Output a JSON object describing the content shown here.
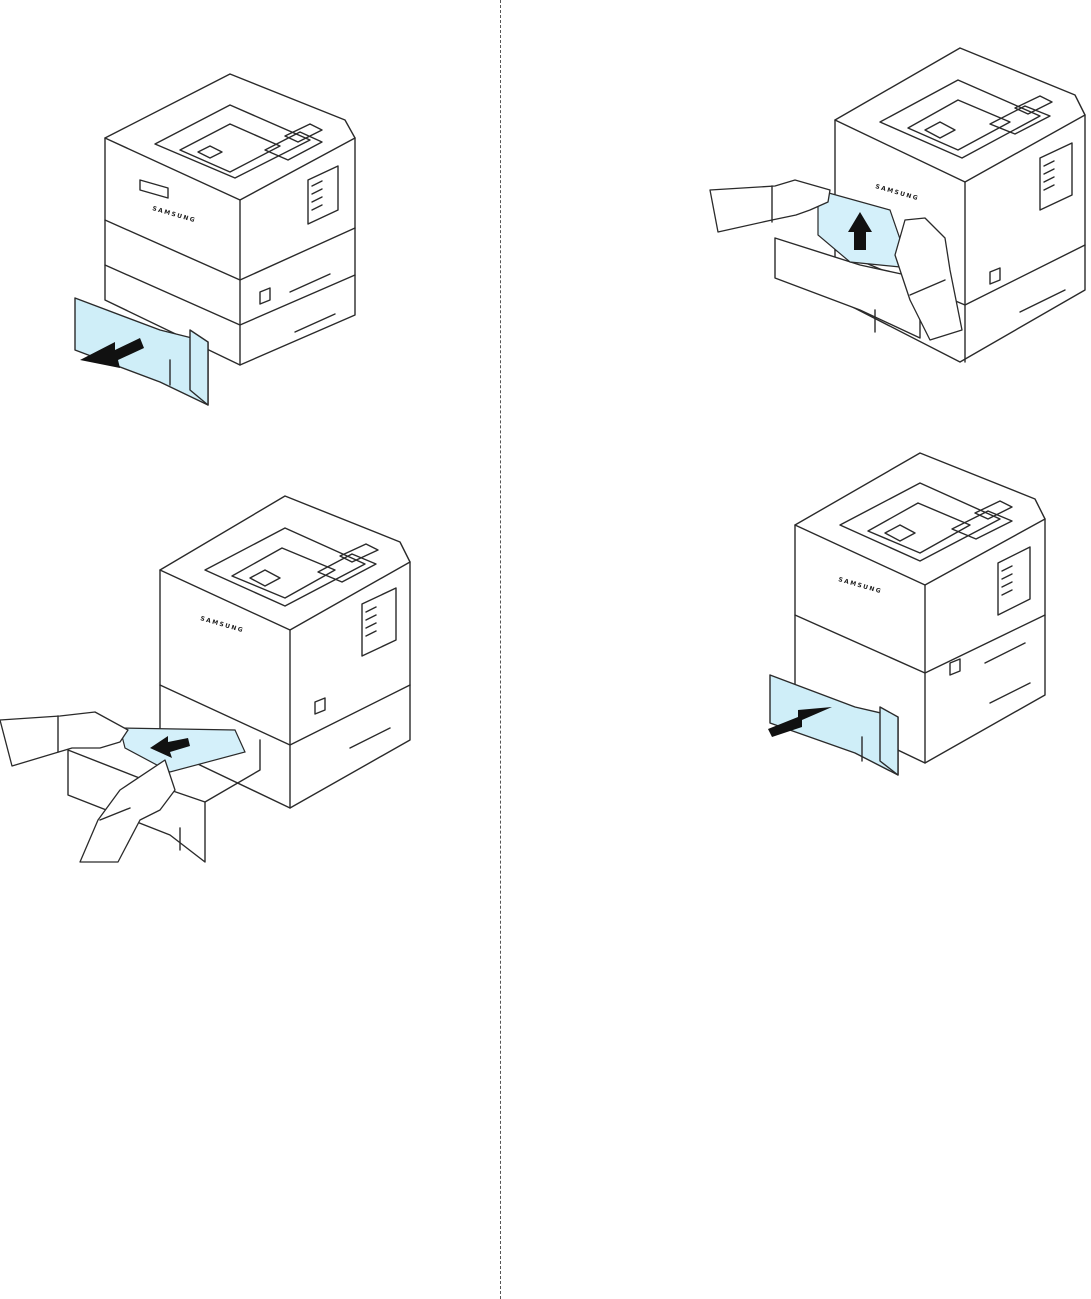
{
  "brand_label": "SAMSUNG",
  "colors": {
    "tray_highlight": "#cfeef8",
    "paper": "#d4f0fa",
    "line": "#2a2a2a"
  },
  "figures": [
    {
      "name": "pull-out-tray",
      "icon": "arrow-left-icon"
    },
    {
      "name": "remove-paper-up",
      "icon": "arrow-up-icon"
    },
    {
      "name": "remove-paper-out",
      "icon": "arrow-left-icon"
    },
    {
      "name": "push-in-tray",
      "icon": "arrow-right-icon"
    }
  ]
}
